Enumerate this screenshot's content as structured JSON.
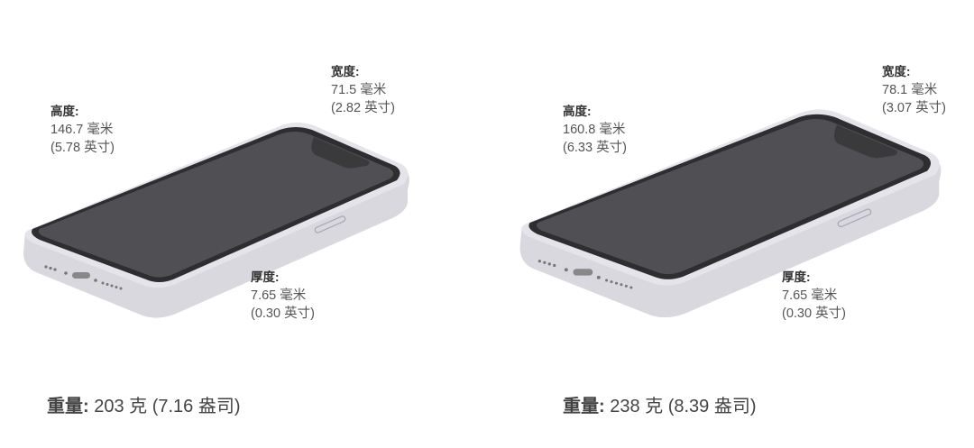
{
  "models": [
    {
      "height": {
        "label": "高度:",
        "mm": "146.7 毫米",
        "in": "(5.78 英寸)"
      },
      "width": {
        "label": "宽度:",
        "mm": "71.5 毫米",
        "in": "(2.82 英寸)"
      },
      "depth": {
        "label": "厚度:",
        "mm": "7.65 毫米",
        "in": "(0.30 英寸)"
      },
      "weight": {
        "label": "重量:",
        "value": "203 克 (7.16 盎司)"
      }
    },
    {
      "height": {
        "label": "高度:",
        "mm": "160.8 毫米",
        "in": "(6.33 英寸)"
      },
      "width": {
        "label": "宽度:",
        "mm": "78.1 毫米",
        "in": "(3.07 英寸)"
      },
      "depth": {
        "label": "厚度:",
        "mm": "7.65 毫米",
        "in": "(0.30 英寸)"
      },
      "weight": {
        "label": "重量:",
        "value": "238 克 (8.39 盎司)"
      }
    }
  ],
  "colors": {
    "screen": "#505054",
    "bezel": "#2e2e30",
    "frame": "#d6d6dc",
    "text": "#555555"
  }
}
